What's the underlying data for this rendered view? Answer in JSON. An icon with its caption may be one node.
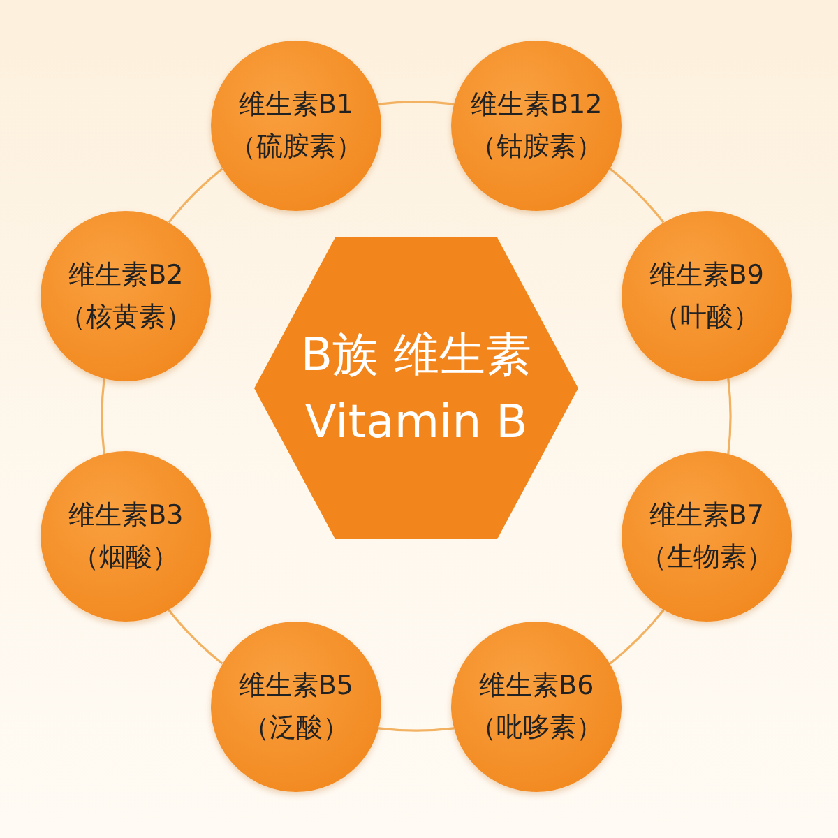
{
  "diagram": {
    "nodes": [
      {
        "text": [
          "B族 维生素",
          "Vitamin B"
        ]
      },
      {
        "text": [
          "维生素B1",
          "（硫胺素）"
        ]
      },
      {
        "text": [
          "维生素B12",
          "（钴胺素）"
        ]
      },
      {
        "text": [
          "维生素B9",
          "（叶酸）"
        ]
      },
      {
        "text": [
          "维生素B7",
          "（生物素）"
        ]
      },
      {
        "text": [
          "维生素B6",
          "（吡哆素）"
        ]
      },
      {
        "text": [
          "维生素B5",
          "（泛酸）"
        ]
      },
      {
        "text": [
          "维生素B3",
          "（烟酸）"
        ]
      },
      {
        "text": [
          "维生素B2",
          "（核黄素）"
        ]
      }
    ],
    "edges": [
      {
        "from": 1,
        "to": 2,
        "arrow": "none"
      },
      {
        "from": 2,
        "to": 3,
        "arrow": "none"
      },
      {
        "from": 3,
        "to": 4,
        "arrow": "none"
      },
      {
        "from": 4,
        "to": 5,
        "arrow": "none"
      },
      {
        "from": 5,
        "to": 6,
        "arrow": "none"
      },
      {
        "from": 6,
        "to": 7,
        "arrow": "none"
      },
      {
        "from": 7,
        "to": 8,
        "arrow": "none"
      },
      {
        "from": 8,
        "to": 1,
        "arrow": "none"
      }
    ]
  }
}
